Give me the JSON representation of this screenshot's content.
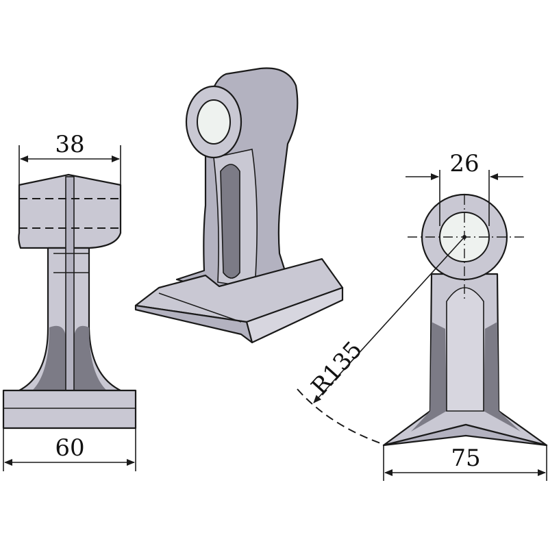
{
  "dimensions": {
    "front_top_width": "38",
    "front_bottom_width": "60",
    "side_hole_diameter": "26",
    "side_radius": "R135",
    "side_bottom_width": "75"
  },
  "colors": {
    "metal_light": "#c9c8d3",
    "metal_mid": "#b3b2c0",
    "metal_dark": "#7c7b86",
    "hole": "#eef2ef",
    "line": "#1a1a1a"
  }
}
